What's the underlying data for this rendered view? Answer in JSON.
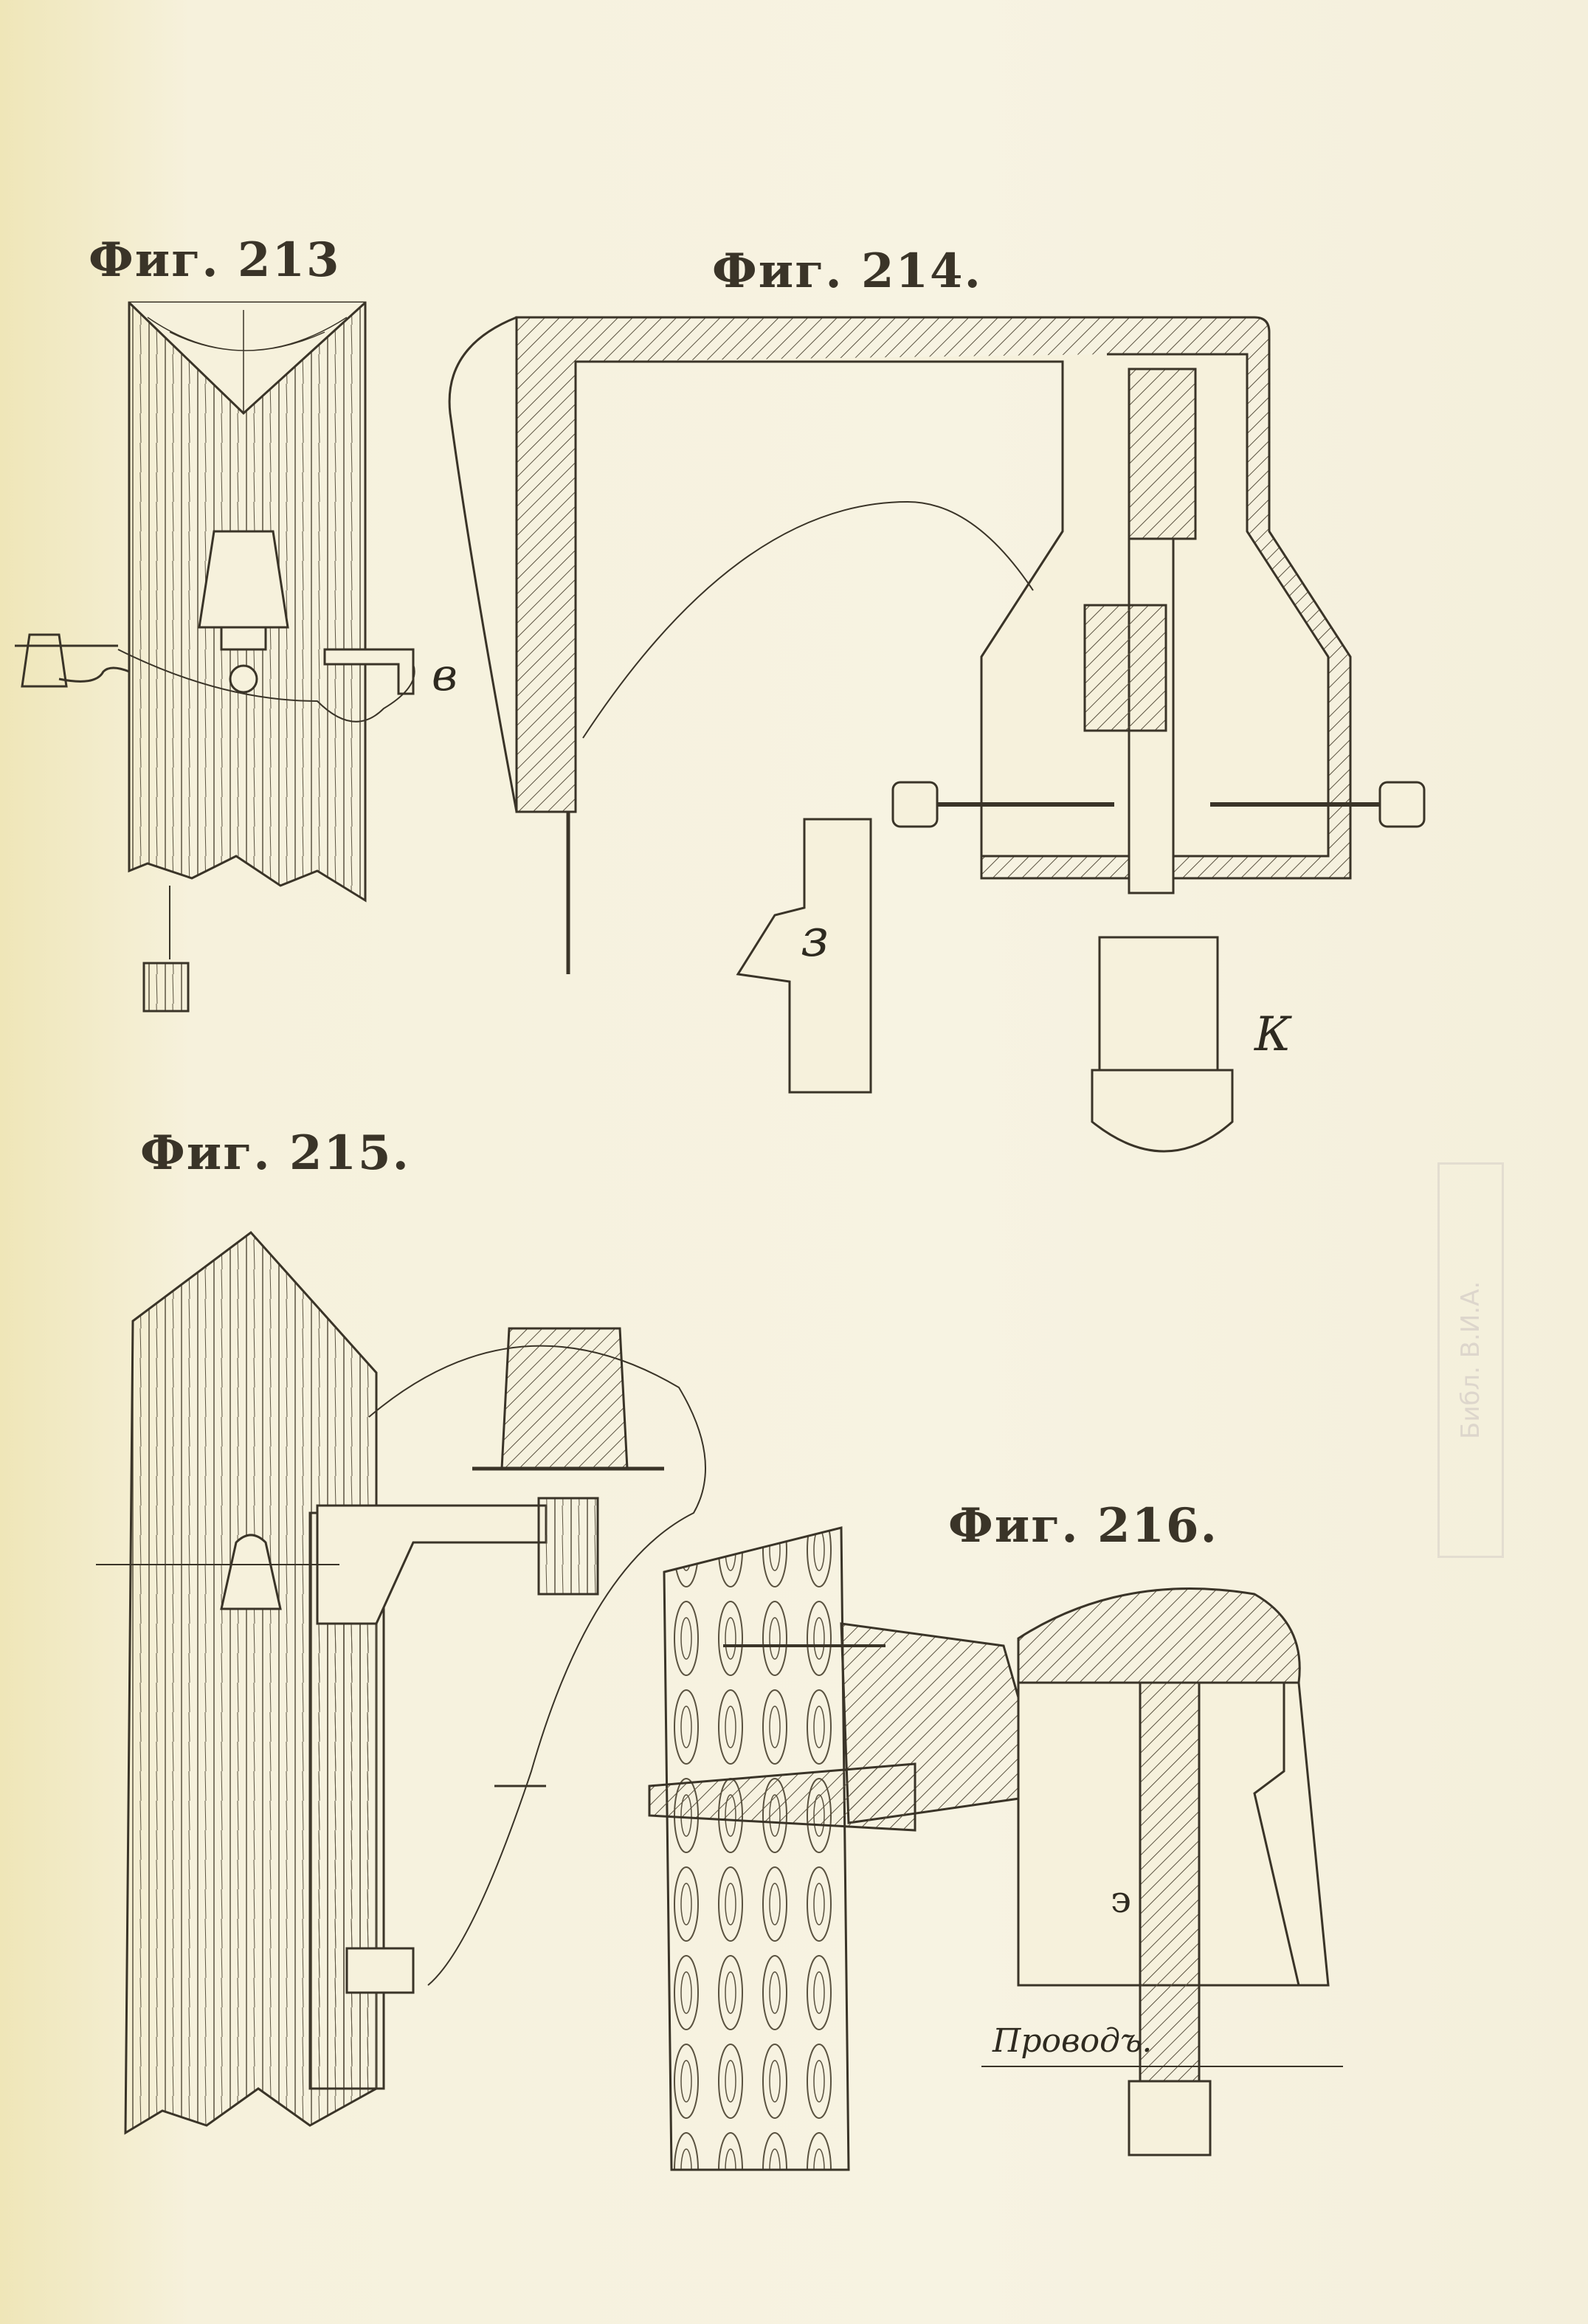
{
  "figures": [
    {
      "label": "Фиг. 213",
      "annotations": {
        "b": "в"
      }
    },
    {
      "label": "Фиг. 214.",
      "annotations": {
        "z": "з",
        "k": "К"
      }
    },
    {
      "label": "Фиг. 215."
    },
    {
      "label": "Фиг. 216.",
      "annotations": {
        "e": "э",
        "wire": "Проводъ."
      }
    }
  ],
  "stamp_text": "Библ. В.И.А.",
  "colors": {
    "paper": "#f6f1dc",
    "ink": "#3a3428"
  }
}
